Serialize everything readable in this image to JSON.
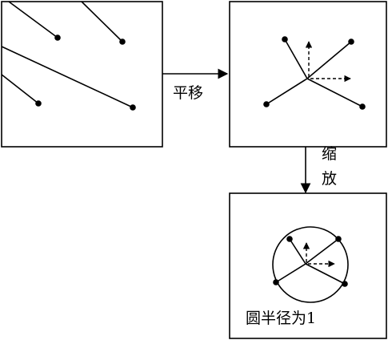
{
  "labels": {
    "translate": "平移",
    "scale_line1": "缩",
    "scale_line2": "放",
    "radius_note": "圆半径为1"
  },
  "colors": {
    "stroke": "#000000",
    "background": "#ffffff"
  }
}
